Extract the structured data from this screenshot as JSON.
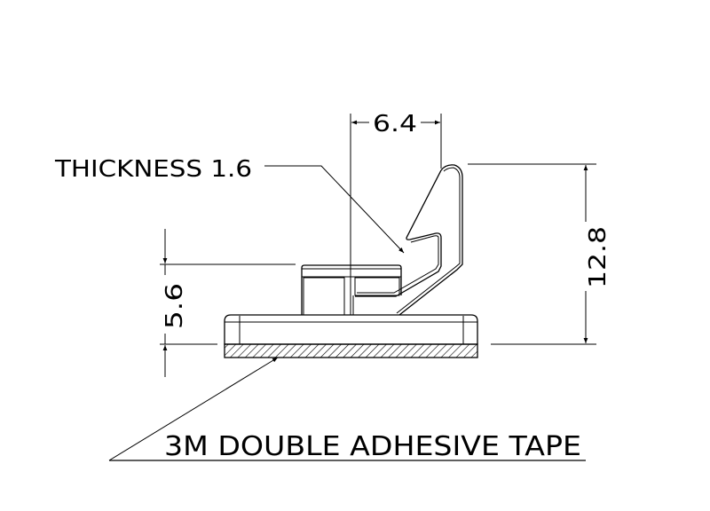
{
  "labels": {
    "thickness": "THICKNESS 1.6",
    "tape": "3M DOUBLE ADHESIVE TAPE"
  },
  "dimensions": {
    "width_top": "6.4",
    "height_total": "12.8",
    "height_base": "5.6"
  },
  "colors": {
    "line": "#000000",
    "background": "#ffffff"
  }
}
